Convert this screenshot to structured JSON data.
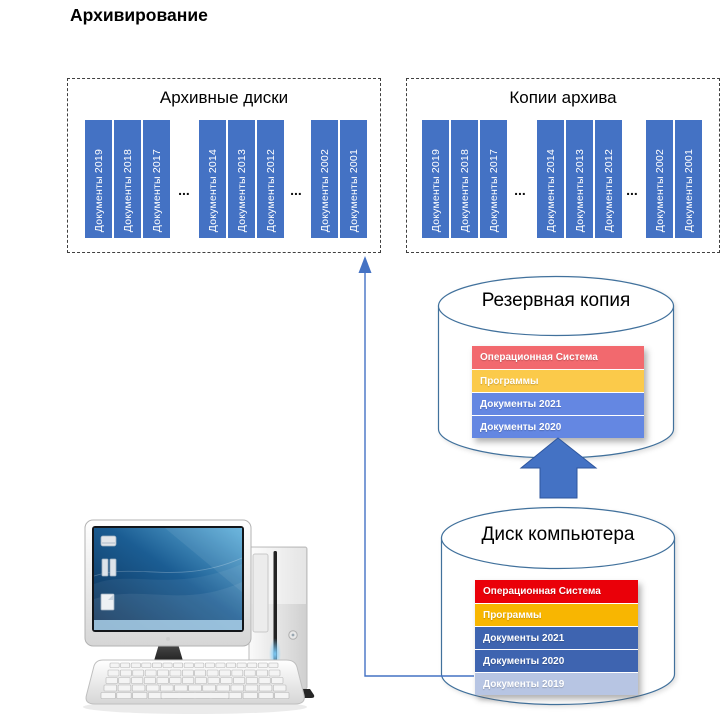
{
  "title": "Архивирование",
  "ellipsis": "...",
  "archive_boxes": [
    {
      "title": "Архивные диски",
      "groups": [
        [
          "Документы 2019",
          "Документы 2018",
          "Документы 2017"
        ],
        [
          "Документы 2014",
          "Документы 2013",
          "Документы 2012"
        ],
        [
          "Документы 2002",
          "Документы 2001"
        ]
      ]
    },
    {
      "title": "Копии архива",
      "groups": [
        [
          "Документы 2019",
          "Документы 2018",
          "Документы 2017"
        ],
        [
          "Документы 2014",
          "Документы 2013",
          "Документы 2012"
        ],
        [
          "Документы 2002",
          "Документы 2001"
        ]
      ]
    }
  ],
  "backup_cylinder": {
    "title": "Резервная копия",
    "rows": [
      {
        "label": "Операционная Система",
        "color": "#F2696E"
      },
      {
        "label": "Программы",
        "color": "#FBCA4A"
      },
      {
        "label": "Документы 2021",
        "color": "#6487E2"
      },
      {
        "label": "Документы 2020",
        "color": "#6487E2"
      }
    ]
  },
  "disk_cylinder": {
    "title": "Диск компьютера",
    "rows": [
      {
        "label": "Операционная Система",
        "color": "#EA0009"
      },
      {
        "label": "Программы",
        "color": "#F8B601"
      },
      {
        "label": "Документы 2021",
        "color": "#3E64B0"
      },
      {
        "label": "Документы 2020",
        "color": "#3E64B0"
      },
      {
        "label": "Документы 2019",
        "color": "#B7C5E3"
      }
    ]
  },
  "colors": {
    "bar_blue": "#4472C4",
    "cylinder_outline": "#41719C",
    "connector_blue": "#4472C4",
    "block_arrow_fill": "#4472C4",
    "block_arrow_stroke": "#2E569E",
    "dash_border": "#404040"
  },
  "icons": {
    "computer": "desktop-computer-illustration",
    "block_arrow": "block-up-arrow-icon",
    "flow_arrow": "elbow-up-arrow-connector"
  }
}
